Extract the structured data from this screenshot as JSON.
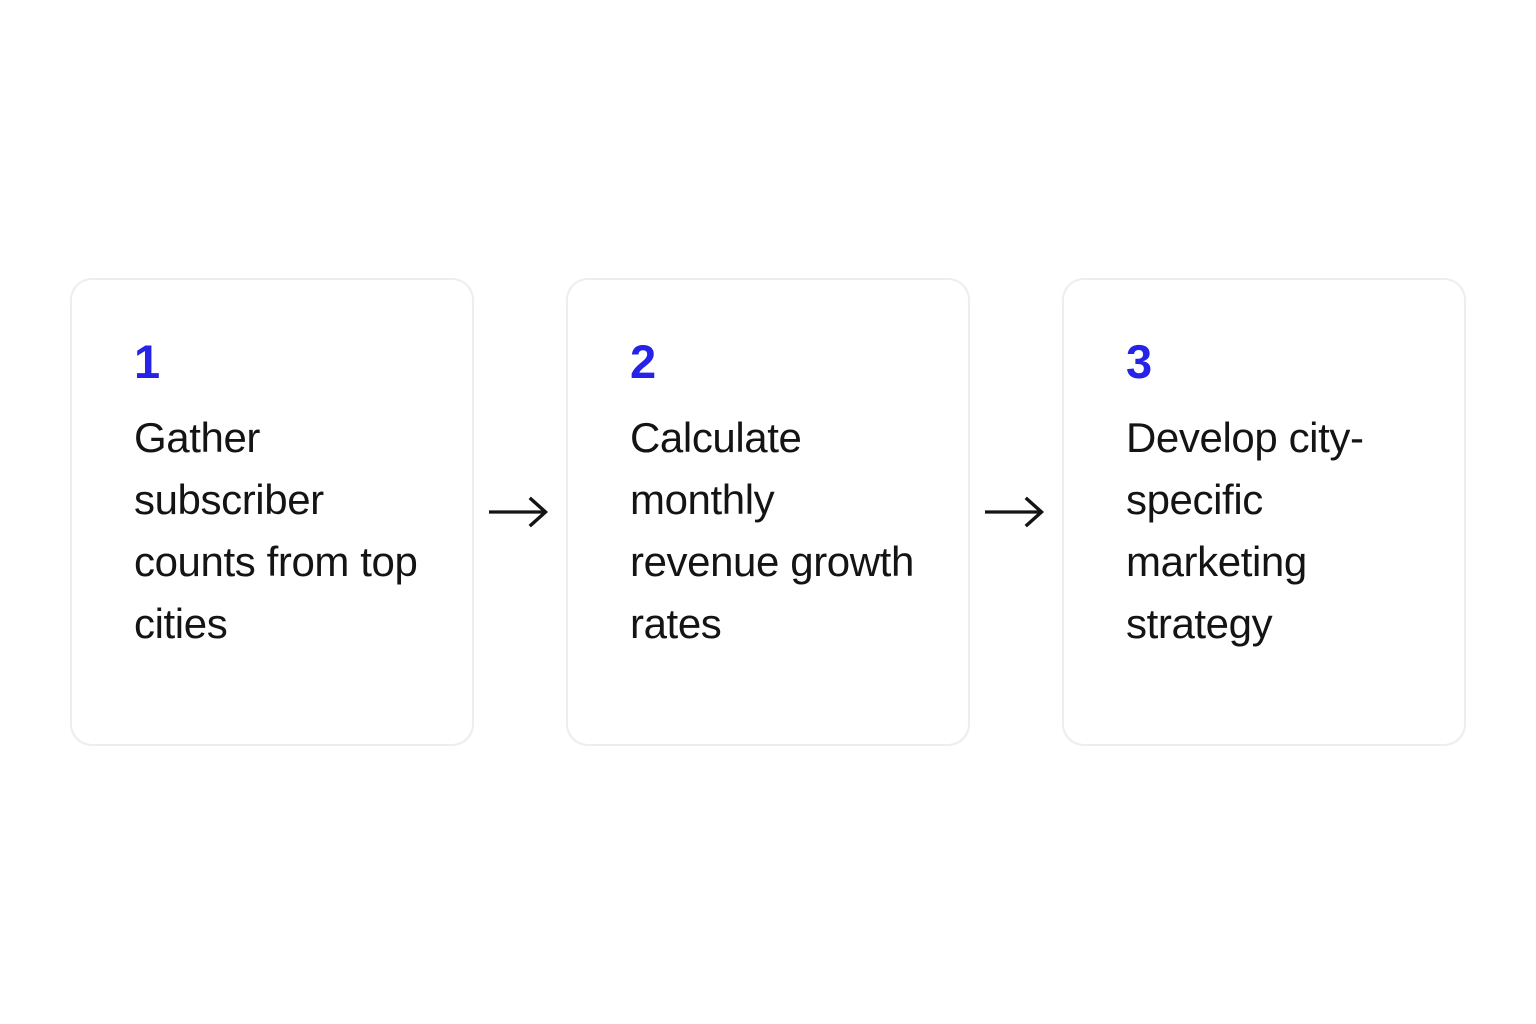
{
  "diagram": {
    "type": "process-flow",
    "orientation": "horizontal",
    "background_color": "#ffffff",
    "card_border_color": "#ededed",
    "number_color": "#2622e8",
    "text_color": "#141414",
    "arrow_color": "#141414",
    "steps": [
      {
        "number": "1",
        "text": "Gather subscriber counts from top cities"
      },
      {
        "number": "2",
        "text": "Calculate monthly revenue growth rates"
      },
      {
        "number": "3",
        "text": "Develop city-specific marketing strategy"
      }
    ],
    "connectors": [
      {
        "icon": "arrow-right-icon"
      },
      {
        "icon": "arrow-right-icon"
      }
    ]
  }
}
